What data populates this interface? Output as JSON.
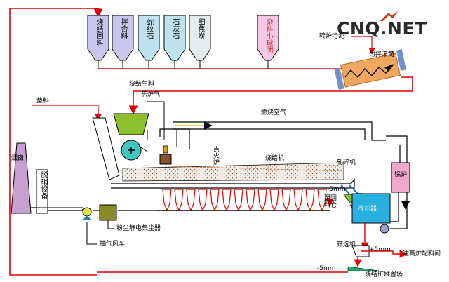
{
  "logo": {
    "text": "CNQ.NET"
  },
  "bins": [
    {
      "label": "烧结回料",
      "color": "#c9c6ee"
    },
    {
      "label": "拌合料",
      "color": "#c9c6ee"
    },
    {
      "label": "蛇纹石",
      "color": "#bfe3ee"
    },
    {
      "label": "石灰石",
      "color": "#bfe3ee"
    },
    {
      "label": "细焦炭",
      "color": "#e4ecf0"
    },
    {
      "label": "杂料小球团",
      "color": "#f6c8e4"
    }
  ],
  "labels": {
    "zhuanlu": "转炉污泥",
    "mixer": "匀拌滚筒",
    "raw_material": "烧结生料",
    "coke_gas": "焦炉气",
    "bedding": "垫料",
    "combustion_air": "燃烧空气",
    "chimney": "烟囱",
    "denitration": "脱硝设备",
    "ignition": "点火炉",
    "sinter_machine": "烧结机",
    "crusher": "轧碎机",
    "minus5_return": "-5mm",
    "return_bin": "至回料仓",
    "boiler": "锅炉",
    "cooler": "冷却器",
    "dust": "粉尘静电集尘器",
    "fan": "抽气风车",
    "screen": "筛选机",
    "plus5": "+5mm",
    "to_blast": "往高炉配料间",
    "minus5_bottom": "-5mm",
    "yard": "烧结矿堆置场"
  }
}
